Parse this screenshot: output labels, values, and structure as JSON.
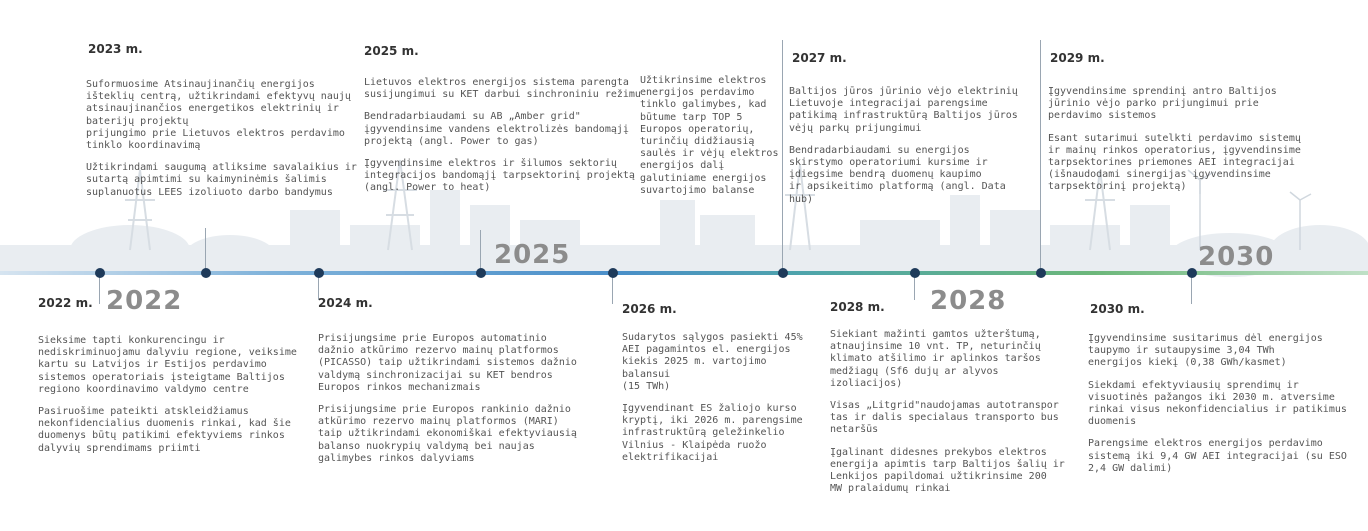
{
  "big_years": {
    "y2022": "2022",
    "y2025": "2025",
    "y2028": "2028",
    "y2030": "2030"
  },
  "milestones": {
    "m2023": {
      "title": "2023 m.",
      "paragraphs": [
        "Suformuosime Atsinaujinančių energijos\ništeklių centrą, užtikrindami efektyvų naujų\natsinaujinančios energetikos elektrinių ir\nbaterijų projektų\nprijungimo prie Lietuvos elektros perdavimo\ntinklo koordinavimą",
        "Užtikrindami saugumą atliksime savalaikius ir\nsutartą apimtimi  su kaimyninėmis šalimis\nsuplanuotus LEES izoliuoto darbo bandymus"
      ]
    },
    "m2025": {
      "title": "2025 m.",
      "paragraphs": [
        "Lietuvos elektros energijos sistema parengta\nsusijungimui su KET darbui sinchroniniu režimu",
        "Bendradarbiaudami su AB „Amber grid\"\nįgyvendinsime vandens elektrolizės bandomąjį\nprojektą (angl. Power to gas)",
        "Įgyvendinsime elektros ir šilumos sektorių\nintegracijos bandomąjį tarpsektorinį projektą\n(angl. Power to heat)"
      ]
    },
    "m2025b": {
      "paragraphs": [
        "Užtikrinsime elektros\nenergijos perdavimo\ntinklo galimybes, kad\nbūtume tarp TOP 5\nEuropos operatorių,\nturinčių didžiausią\nsaulės ir vėjų elektros\nenergijos dalį\ngalutiniame energijos\nsuvartojimo balanse"
      ]
    },
    "m2027": {
      "title": "2027 m.",
      "paragraphs": [
        "Baltijos jūros jūrinio vėjo elektrinių\nLietuvoje integracijai parengsime\npatikimą infrastruktūrą Baltijos jūros\nvėjų parkų prijungimui",
        "Bendradarbiaudami su energijos\nskirstymo operatoriumi kursime ir\nįdiegsime bendrą duomenų kaupimo\nir apsikeitimo platformą (angl. Data\nhub)"
      ]
    },
    "m2029": {
      "title": "2029 m.",
      "paragraphs": [
        "Įgyvendinsime sprendinį antro Baltijos\njūrinio vėjo parko prijungimui prie\nperdavimo sistemos",
        "Esant sutarimui sutelkti perdavimo sistemų\nir mainų rinkos operatorius, įgyvendinsime\ntarpsektorines priemones AEI integracijai\n(išnaudodami sinergijas įgyvendinsime\ntarpsektorinį projektą)"
      ]
    },
    "m2022": {
      "title": "2022 m.",
      "paragraphs": [
        "Sieksime tapti konkurencingu ir\nnediskriminuojamu dalyviu regione, veiksime\nkartu su Latvijos ir Estijos perdavimo\nsistemos operatoriais įsteigtame Baltijos\nregiono koordinavimo valdymo centre",
        "Pasiruošime pateikti atskleidžiamus\nnekonfidencialius duomenis rinkai, kad šie\nduomenys būtų patikimi efektyviems rinkos\ndalyvių sprendimams priimti"
      ]
    },
    "m2024": {
      "title": "2024 m.",
      "paragraphs": [
        "Prisijungsime prie Europos automatinio\ndažnio atkūrimo rezervo mainų platformos\n(PICASSO) taip užtikrindami sistemos dažnio\nvaldymą sinchronizacijai su KET bendros\nEuropos rinkos mechanizmais",
        "Prisijungsime prie Europos rankinio dažnio\natkūrimo rezervo mainų platformos (MARI)\ntaip užtikrindami ekonomiškai efektyviausią\nbalanso nuokrypių valdymą bei naujas\ngalimybes rinkos dalyviams"
      ]
    },
    "m2026": {
      "title": "2026 m.",
      "paragraphs": [
        "Sudarytos sąlygos pasiekti 45%\nAEI pagamintos el. energijos\nkiekis 2025 m. vartojimo balansui\n(15 TWh)",
        "Įgyvendinant ES žaliojo kurso\nkryptį, iki 2026 m. parengsime\ninfrastruktūrą geležinkelio\nVilnius - Klaipėda ruožo\nelektrifikacijai"
      ]
    },
    "m2028": {
      "title": "2028 m.",
      "paragraphs": [
        "Siekiant mažinti gamtos užterštumą,\natnaujinsime 10 vnt. TP, neturinčių\nklimato atšilimo ir aplinkos taršos\nmedžiagų (Sf6 dujų ar alyvos izoliacijos)",
        "Visas  „Litgrid\"naudojamas autotranspor\ntas ir dalis specialaus transporto bus\nnetaršūs",
        "Įgalinant didesnes prekybos elektros\nenergija apimtis tarp Baltijos šalių ir\nLenkijos papildomai užtikrinsime 200\nMW pralaidumų rinkai"
      ]
    },
    "m2030": {
      "title": "2030 m.",
      "paragraphs": [
        "Įgyvendinsime susitarimus dėl energijos\ntaupymo ir sutaupysime 3,04 TWh\nenergijos kiekį (0,38 GWh/kasmet)",
        "Siekdami efektyviausių sprendimų ir\nvisuotinės pažangos iki 2030 m. atversime\nrinkai visus nekonfidencialius ir patikimus\nduomenis",
        "Parengsime elektros energijos perdavimo\nsistemą iki 9,4 GW AEI integracijai (su ESO\n2,4 GW dalimi)"
      ]
    }
  }
}
